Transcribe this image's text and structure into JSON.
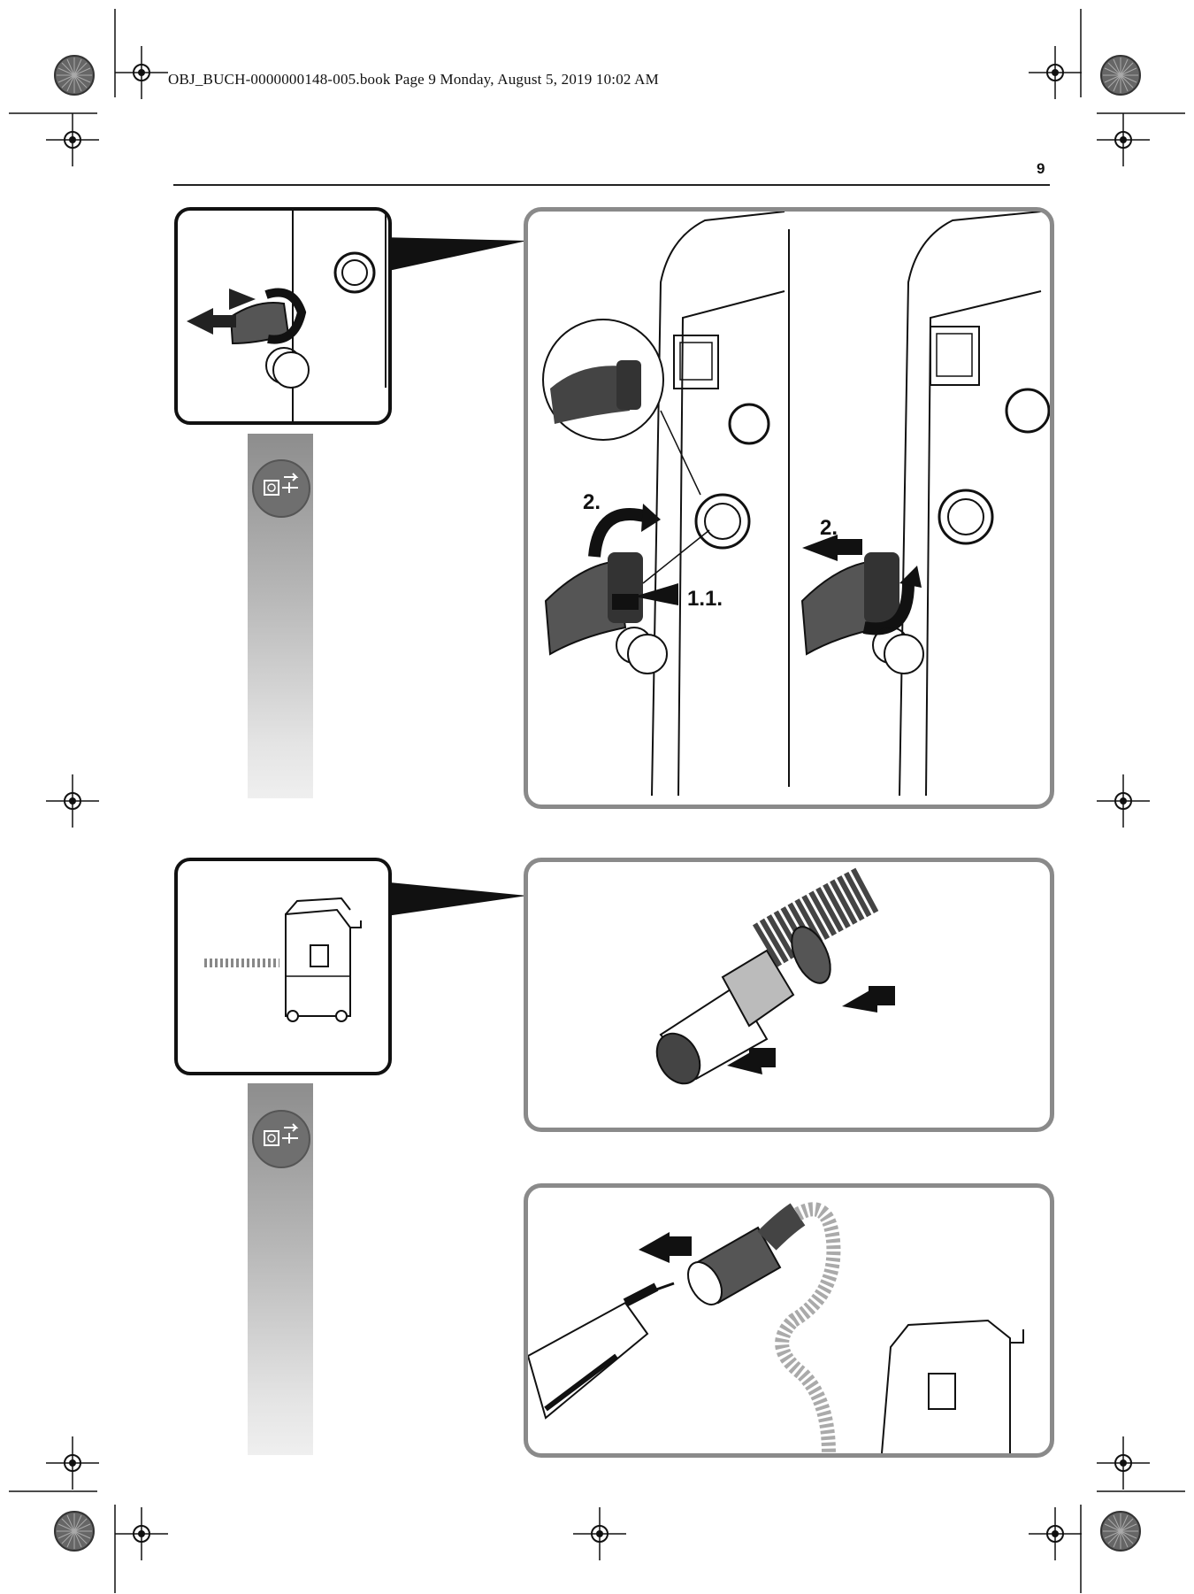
{
  "header": {
    "print_line": "OBJ_BUCH-0000000148-005.book  Page 9  Monday, August 5, 2019  10:02 AM",
    "page_number": "9"
  },
  "figure1": {
    "left_step_label": "2.",
    "left_push_label": "1.1.",
    "right_step_label": "2."
  },
  "icons": {
    "unplug_badge": "unplug-before-work-icon",
    "registration_mark": "crosshair-registration-icon",
    "color_target": "color-calibration-target-icon"
  },
  "colors": {
    "panel_border": "#8a8a8a",
    "badge_fill": "#6f6f6f",
    "line_art": "#111111"
  }
}
